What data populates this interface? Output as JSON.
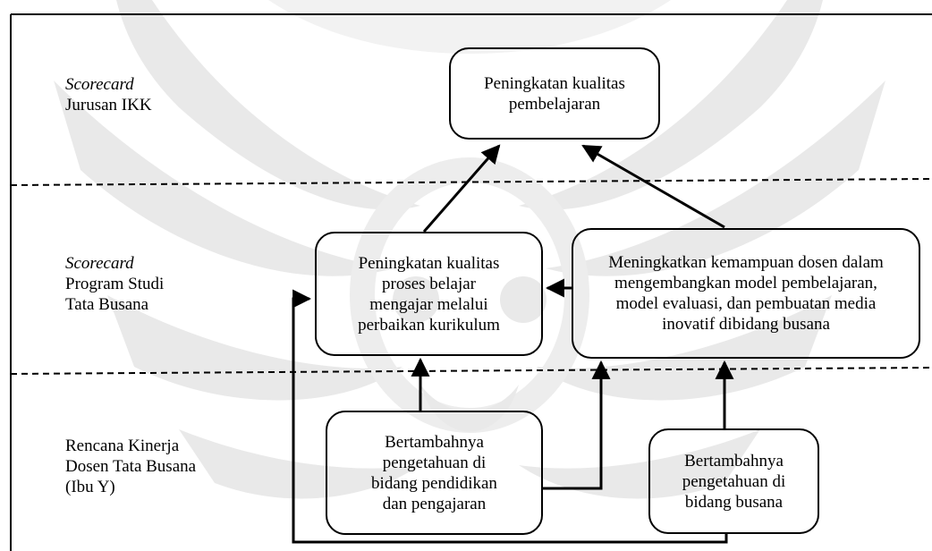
{
  "tiers": [
    {
      "italic": "Scorecard",
      "lines": [
        "Jurusan IKK"
      ]
    },
    {
      "italic": "Scorecard",
      "lines": [
        "Program Studi",
        "Tata Busana"
      ]
    },
    {
      "italic": "",
      "lines": [
        "Rencana Kinerja",
        "Dosen Tata Busana",
        "(Ibu Y)"
      ]
    }
  ],
  "boxes": {
    "top_goal": [
      "Peningkatan kualitas",
      "pembelajaran"
    ],
    "mid_left": [
      "Peningkatan kualitas",
      "proses belajar",
      "mengajar melalui",
      "perbaikan kurikulum"
    ],
    "mid_right": [
      "Meningkatkan kemampuan dosen dalam",
      "mengembangkan model pembelajaran,",
      "model evaluasi, dan pembuatan media",
      "inovatif dibidang busana"
    ],
    "bottom_left": [
      "Bertambahnya",
      "pengetahuan di",
      "bidang pendidikan",
      "dan pengajaran"
    ],
    "bottom_right": [
      "Bertambahnya",
      "pengetahuan di",
      "bidang  busana"
    ]
  },
  "colors": {
    "line": "#000000",
    "watermark": "#e6e6e6"
  }
}
